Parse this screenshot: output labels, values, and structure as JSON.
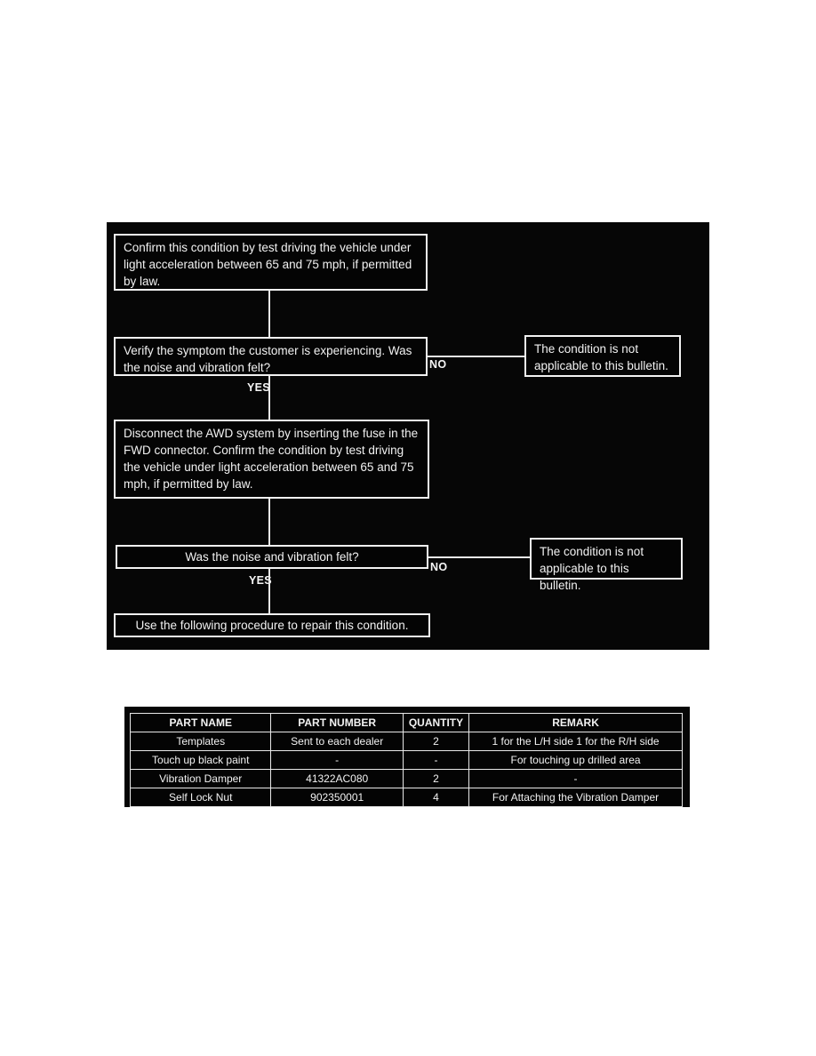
{
  "flowchart": {
    "steps": {
      "confirm_drive": "Confirm this condition by test driving the vehicle under light acceleration between 65 and 75 mph, if permitted by law.",
      "verify_symptom": "Verify the symptom the customer is experiencing. Was the noise and vibration felt?",
      "disconnect_awd": "Disconnect the AWD system by inserting the fuse in the FWD connector. Confirm the condition by test driving the vehicle under light acceleration between 65 and 75 mph, if permitted by law.",
      "noise_felt": "Was the noise and vibration felt?",
      "repair": "Use the following procedure to repair this condition."
    },
    "labels": {
      "yes": "YES",
      "no": "NO"
    },
    "outcomes": {
      "not_applicable_1": "The condition is not applicable to this bulletin.",
      "not_applicable_2": "The condition is not applicable to this bulletin."
    }
  },
  "parts_table": {
    "headers": [
      "PART NAME",
      "PART NUMBER",
      "QUANTITY",
      "REMARK"
    ],
    "rows": [
      [
        "Templates",
        "Sent to each dealer",
        "2",
        "1 for the L/H side 1 for the R/H side"
      ],
      [
        "Touch up black paint",
        "-",
        "-",
        "For touching up drilled area"
      ],
      [
        "Vibration Damper",
        "41322AC080",
        "2",
        "-"
      ],
      [
        "Self Lock Nut",
        "902350001",
        "4",
        "For Attaching the Vibration Damper"
      ]
    ]
  },
  "colors": {
    "panel_bg": "#060606",
    "text": "#f2f2f2",
    "page_bg": "#ffffff"
  }
}
